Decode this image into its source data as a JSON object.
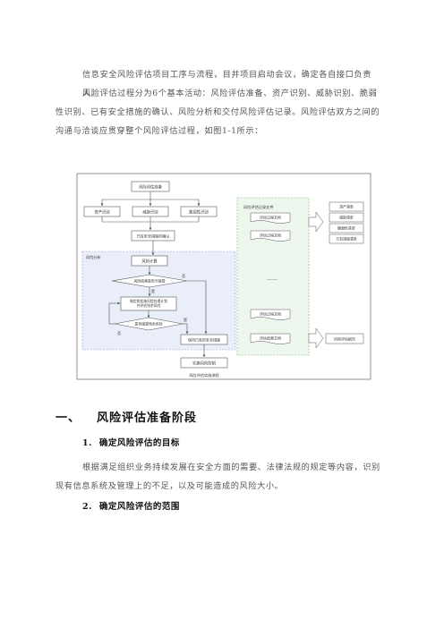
{
  "intro": {
    "line1": "信息安全风险评估项目工序与流程，目并项目启动会议，确定各自接口负责人。",
    "para2": "风险评估过程分为6个基本活动：风险评估准备、资产识别、威胁识别、脆弱性识别、已有安全措施的确认、风险分析和交付风险评估记录。风险评估双方之间的沟通与洽谈应贯穿整个风险评估过程，如图1-1所示："
  },
  "diagram": {
    "prepare": "风险评估准备",
    "asset_id": "资产识别",
    "threat_id": "威胁识别",
    "vuln_id": "脆弱性识别",
    "measures": "已有安全措施的确认",
    "analysis_region": "风险分析",
    "calc": "风险计算",
    "accept_q": "风险结果是否可接受",
    "no_label": "否",
    "yes_label": "是",
    "yes_label2": "是",
    "no_label2": "否",
    "keep": "保持已有的安全措施",
    "plan": "制定和实施风险处理计划\n并评估残余风险",
    "residual_q": "是否接受残余风险",
    "control": "实施风险控制",
    "docs_title": "风险评估记录文件",
    "doc1": "评估过程文档",
    "doc2": "评估过程文档",
    "doc3": "评估过程文档",
    "doc4": "评估结果文档",
    "ellipsis": "……",
    "out1": "资产清单",
    "out2": "威胁清单",
    "out3": "脆弱性清单",
    "out4": "已有措施清单",
    "report": "风险评估报告",
    "caption": "风险评估实施流程"
  },
  "section1": {
    "num": "一、",
    "title": "风险评估准备阶段"
  },
  "sub1": {
    "num": "1.",
    "title": "确定风险评估的目标",
    "body": "根据满足组织业务持续发展在安全方面的需要、法律法规的规定等内容，识别现有信息系统及管理上的不足，以及可能造成的风险大小。"
  },
  "sub2": {
    "num": "2.",
    "title": "确定风险评估的范围"
  }
}
